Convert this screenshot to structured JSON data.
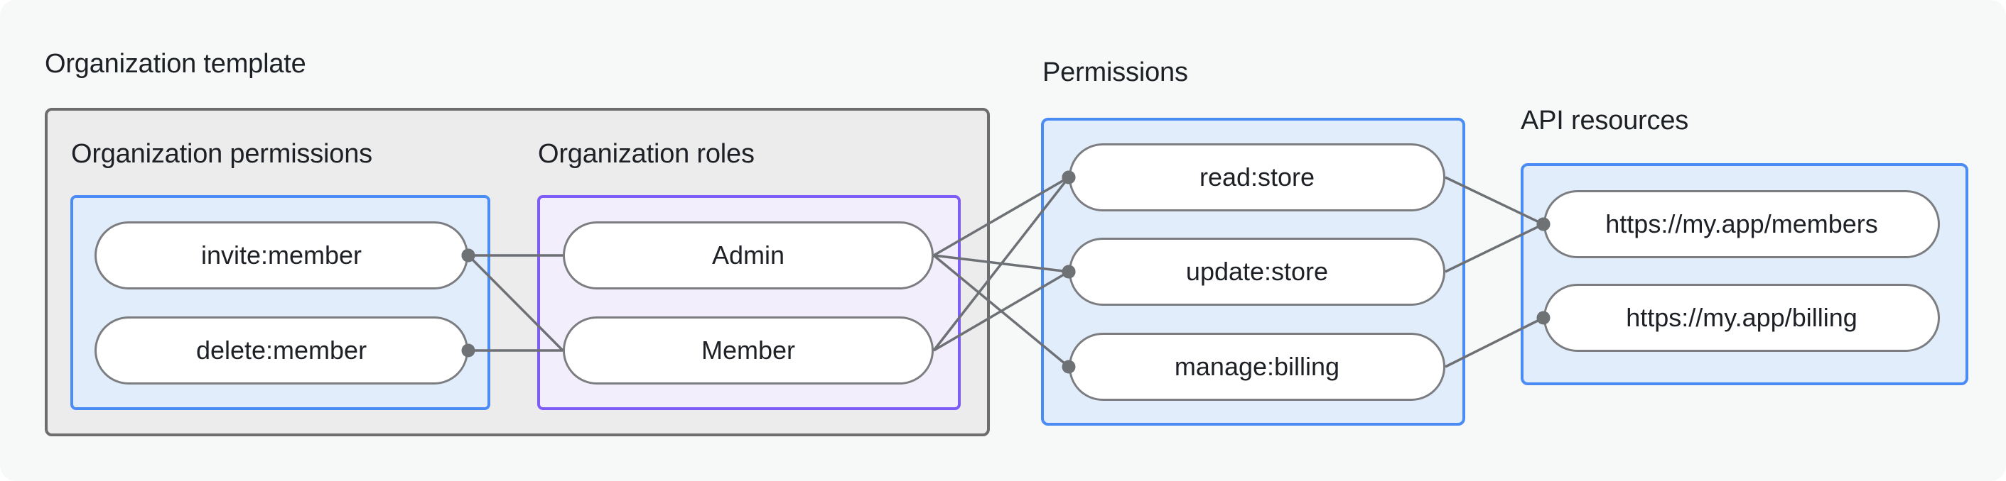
{
  "headings": {
    "organization_template": "Organization template",
    "organization_permissions": "Organization permissions",
    "organization_roles": "Organization roles",
    "permissions": "Permissions",
    "api_resources": "API resources"
  },
  "nodes": {
    "invite": {
      "label": "invite:member"
    },
    "delete": {
      "label": "delete:member"
    },
    "admin": {
      "label": "Admin"
    },
    "member": {
      "label": "Member"
    },
    "read": {
      "label": "read:store"
    },
    "update": {
      "label": "update:store"
    },
    "manage": {
      "label": "manage:billing"
    },
    "members_api": {
      "label": "https://my.app/members"
    },
    "billing_api": {
      "label": "https://my.app/billing"
    }
  },
  "connections": [
    {
      "from": "invite",
      "to": "admin",
      "dot": "from"
    },
    {
      "from": "invite",
      "to": "member",
      "dot": "from"
    },
    {
      "from": "delete",
      "to": "member",
      "dot": "from"
    },
    {
      "from": "admin",
      "to": "read",
      "dot": "to"
    },
    {
      "from": "admin",
      "to": "update",
      "dot": "to"
    },
    {
      "from": "admin",
      "to": "manage",
      "dot": "to"
    },
    {
      "from": "member",
      "to": "read",
      "dot": "to"
    },
    {
      "from": "member",
      "to": "update",
      "dot": "to"
    },
    {
      "from": "read",
      "to": "members_api",
      "dot": "to"
    },
    {
      "from": "update",
      "to": "members_api",
      "dot": "to"
    },
    {
      "from": "manage",
      "to": "billing_api",
      "dot": "to"
    }
  ],
  "colors": {
    "canvas_bg": "#f7f8f8",
    "template_panel_fill": "#ececec",
    "template_panel_border": "#6d6d6d",
    "blue_panel_fill": "#e1edfb",
    "blue_panel_border": "#4b8cf4",
    "purple_panel_fill": "#f3eefc",
    "purple_panel_border": "#7e5cf6",
    "pill_fill": "#ffffff",
    "pill_border": "#7b7d80",
    "connector": "#6d7074",
    "dot": "#6f7275",
    "text": "#1d2025"
  }
}
